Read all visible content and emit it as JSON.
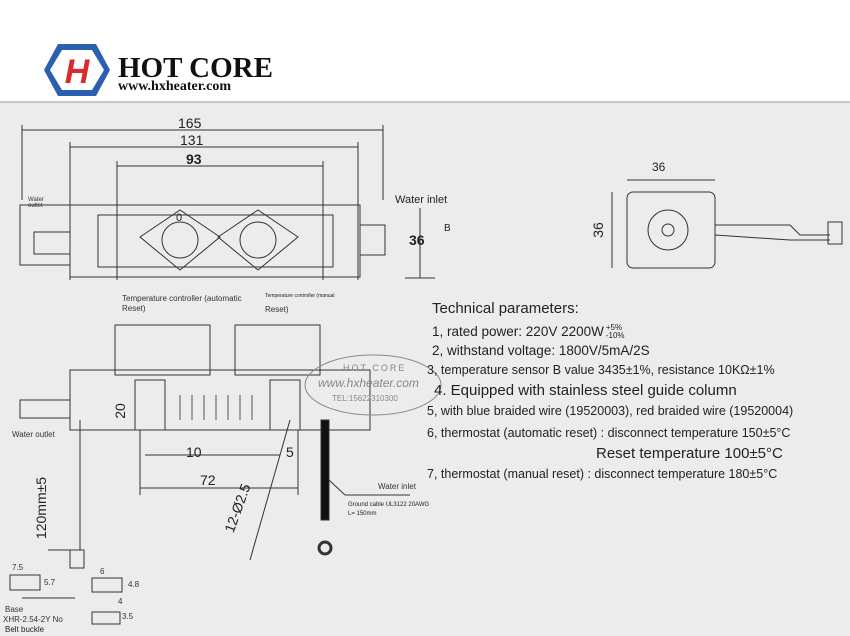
{
  "brand": {
    "name": "HOT CORE",
    "url": "www.hxheater.com",
    "logo_letter": "H",
    "colors": {
      "hex_blue": "#2b5fb0",
      "h_red": "#d92b2b"
    }
  },
  "top_view": {
    "dims": {
      "overall": "165",
      "middle": "131",
      "inner": "93",
      "height": "36",
      "b_label": "B",
      "zero": "0"
    },
    "labels": {
      "water_outlet": "Water outlet",
      "water_inlet": "Water inlet",
      "temp_auto": "Temperature controller (automatic",
      "temp_auto_2": "Reset)",
      "temp_manual": "Temperature controller (manual",
      "temp_manual_2": "Reset)"
    }
  },
  "side_view": {
    "dims": {
      "width": "36",
      "height": "36"
    }
  },
  "front_view": {
    "dims": {
      "d20": "20",
      "d10": "10",
      "d5": "5",
      "d72": "72",
      "holes": "12-Ø2.5",
      "wire": "120mm±5"
    },
    "labels": {
      "water_outlet": "Water outlet",
      "water_inlet": "Water inlet",
      "ground": "Ground cable UL3122 20AWG",
      "ground_len": "L= 150mm"
    }
  },
  "connector": {
    "d75": "7.5",
    "d57": "5.7",
    "d6": "6",
    "d48": "4.8",
    "d4": "4",
    "d35": "3.5",
    "base": "Base",
    "model": "XHR-2.54-2Y No",
    "buckle": "Belt buckle"
  },
  "watermark": {
    "name": "HOT CORE",
    "url": "www.hxheater.com",
    "tel": "TEL:15622310300"
  },
  "technical": {
    "title": "Technical parameters:",
    "items": [
      {
        "text": "1, rated power: 220V 2200W",
        "sup": "+5%",
        "sub": "-10%"
      },
      {
        "text": "2, withstand voltage: 1800V/5mA/2S"
      },
      {
        "text": "3, temperature sensor B value 3435±1%, resistance 10KΩ±1%"
      },
      {
        "text": "4. Equipped with stainless steel guide column"
      },
      {
        "text": "5, with blue braided wire (19520003), red braided wire (19520004)"
      },
      {
        "text": "6, thermostat (automatic reset) : disconnect temperature 150±5°C"
      },
      {
        "text": "Reset temperature 100±5°C"
      },
      {
        "text": "7, thermostat (manual reset) : disconnect temperature 180±5°C"
      }
    ]
  }
}
